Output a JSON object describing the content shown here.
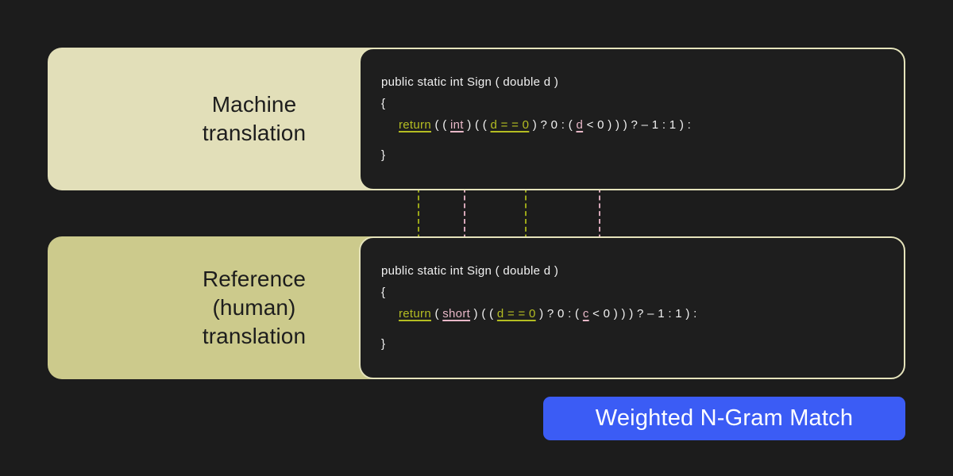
{
  "background_color": "#1c1c1c",
  "rows": [
    {
      "id": "machine",
      "label": "Machine\ntranslation",
      "label_bg": "#e2dfb9",
      "code": {
        "signature": "public static int Sign ( double d )",
        "open_brace": "{",
        "close_brace": "}",
        "body": {
          "kw_return": "return",
          "after_return": " ( ( ",
          "type_cast": "int",
          "after_cast": " ) ( ( ",
          "cond_equals": "d = = 0",
          "after_cond": " ) ? 0 : ( ",
          "var_compare": "d",
          "tail": " < 0 ) ) ) ? – 1 : 1 ) :"
        }
      }
    },
    {
      "id": "reference",
      "label": "Reference\n(human)\ntranslation",
      "label_bg": "#ccca8c",
      "code": {
        "signature": "public static int Sign ( double d )",
        "open_brace": "{",
        "close_brace": "}",
        "body": {
          "kw_return": "return",
          "after_return": " ( ",
          "type_cast": "short",
          "after_cast": " ) ( ( ",
          "cond_equals": "d = = 0",
          "after_cond": " ) ? 0 : ( ",
          "var_compare": "c",
          "tail": " < 0 ) ) ) ? – 1 : 1 ) :"
        }
      }
    }
  ],
  "connectors": [
    {
      "name": "connector-return",
      "color": "#9aa618",
      "kind": "olive"
    },
    {
      "name": "connector-cast",
      "color": "#d6a7b8",
      "kind": "pink"
    },
    {
      "name": "connector-equals",
      "color": "#9aa618",
      "kind": "olive"
    },
    {
      "name": "connector-compare",
      "color": "#d6a7b8",
      "kind": "pink"
    }
  ],
  "badge": {
    "label": "Weighted N-Gram Match",
    "bg_color": "#3b5cf5",
    "text_color": "#ffffff"
  }
}
